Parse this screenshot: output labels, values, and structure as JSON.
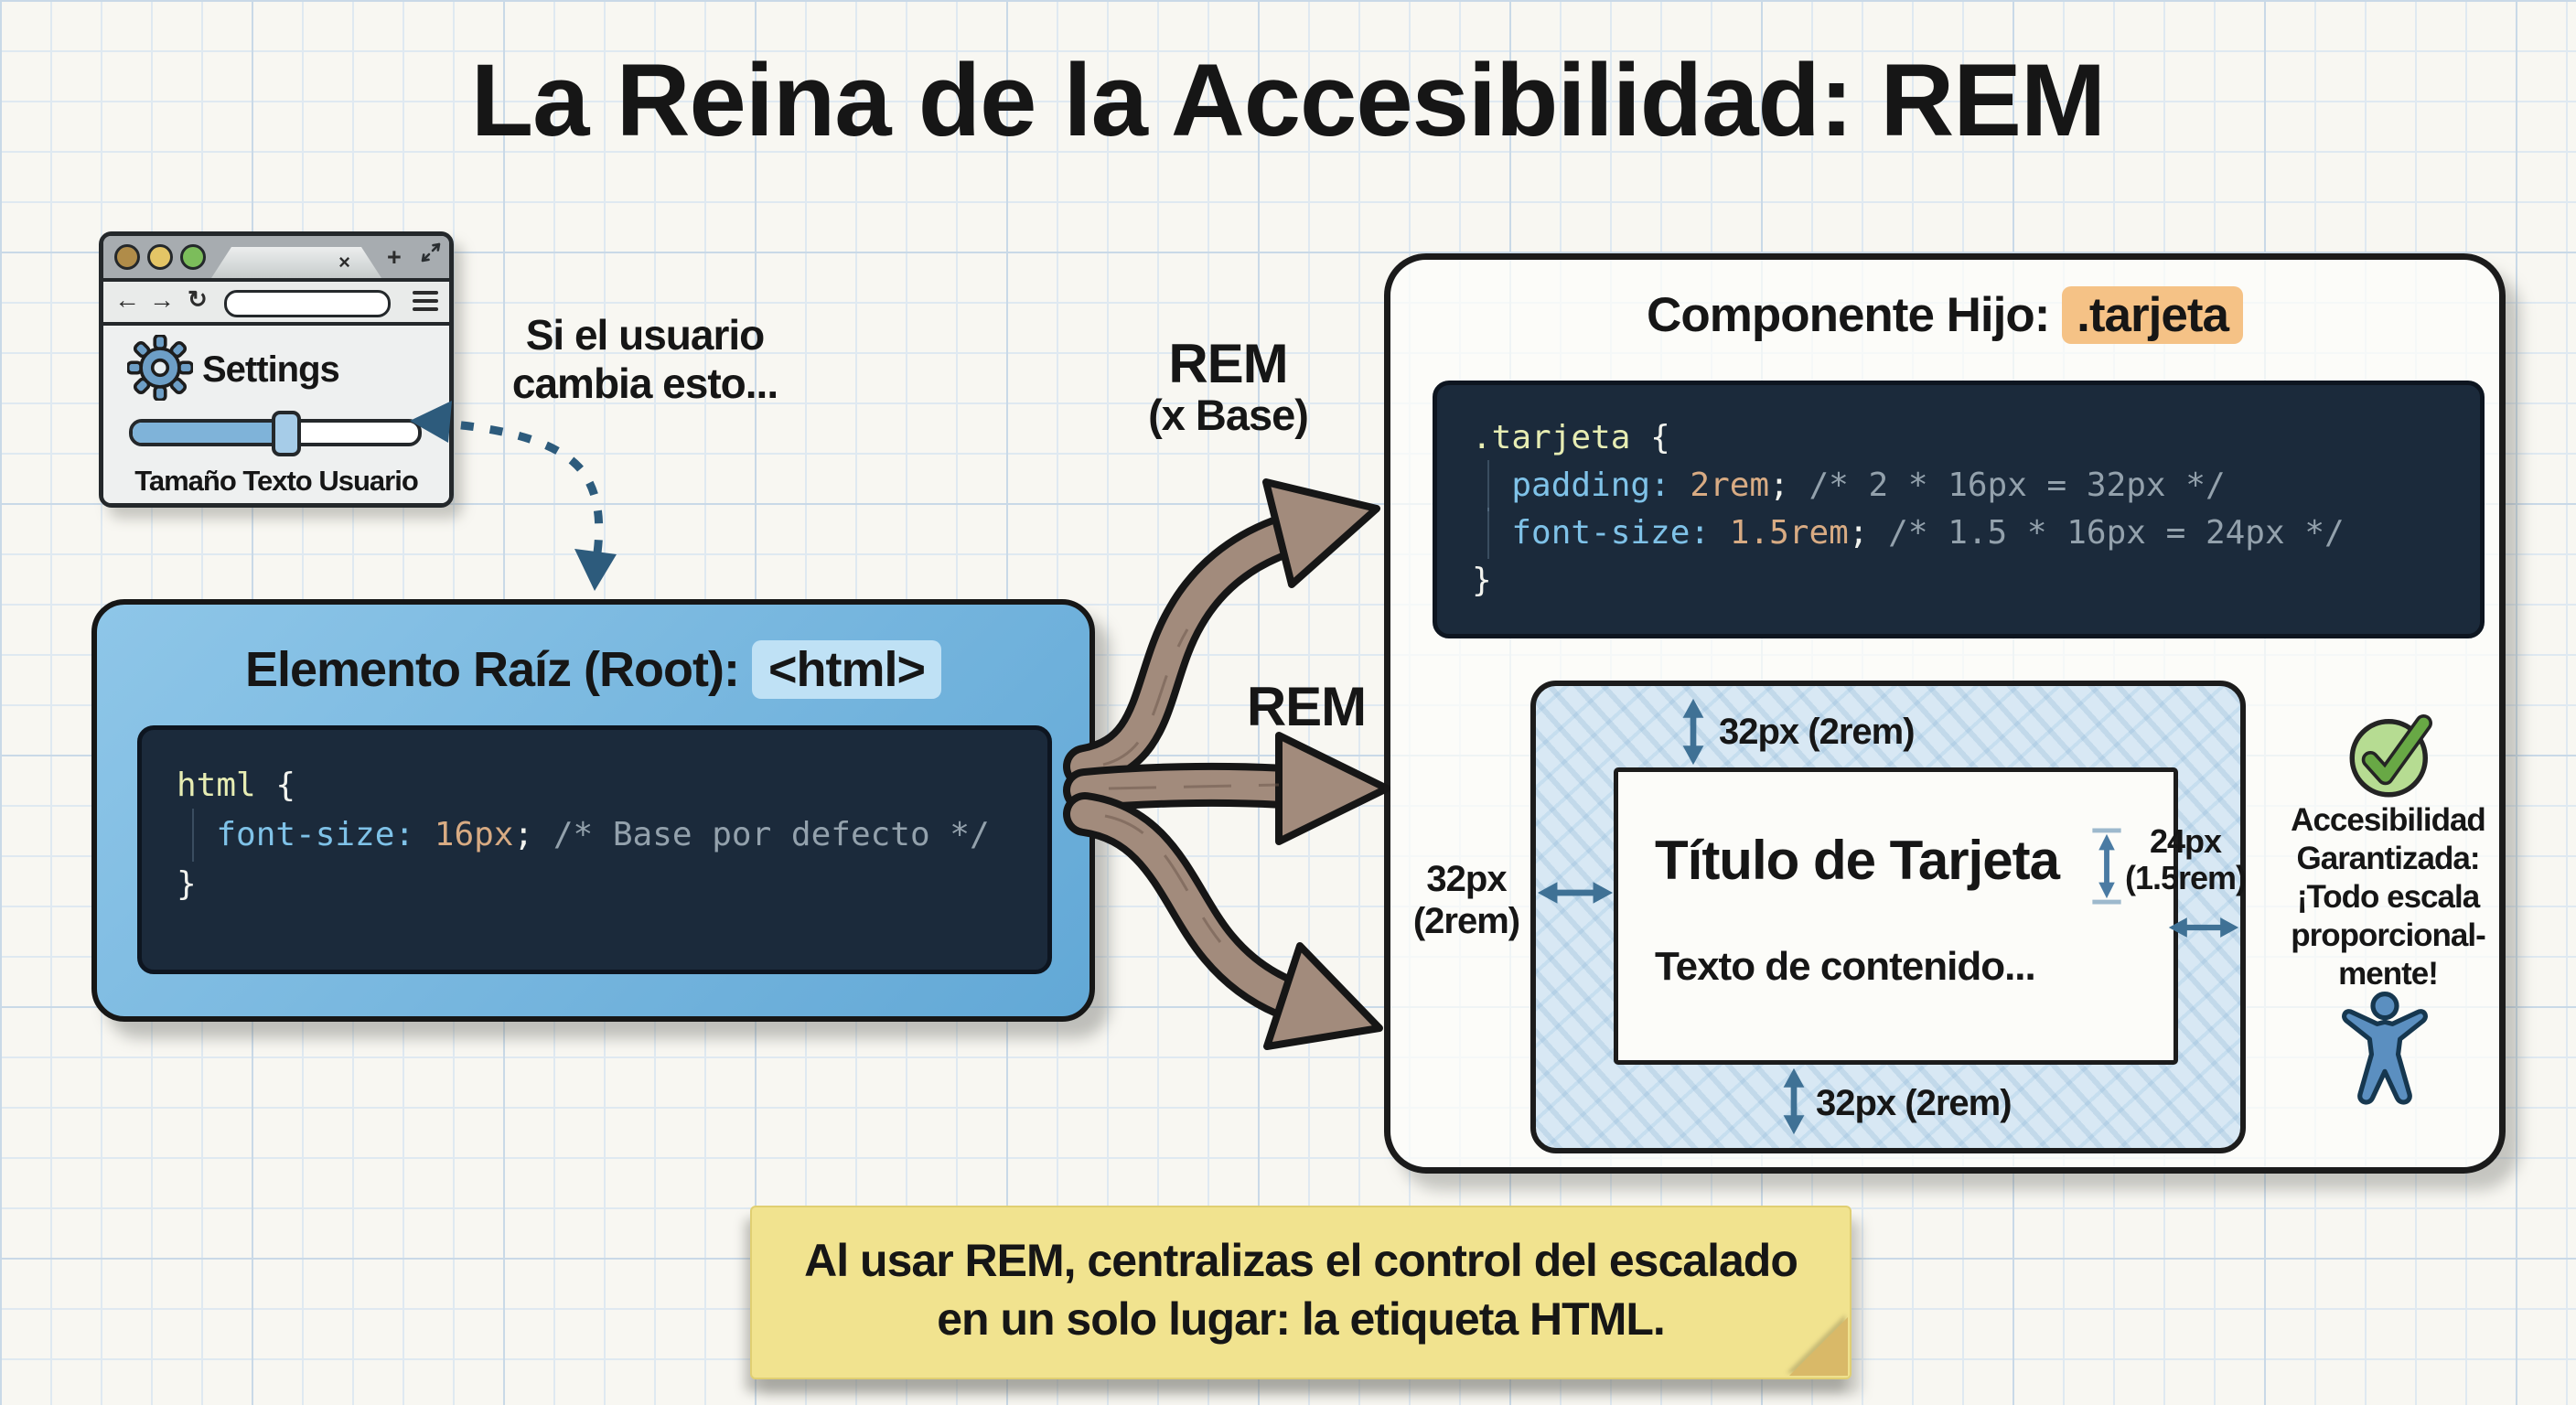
{
  "title": "La Reina de la Accesibilidad: REM",
  "browser": {
    "tab_close": "×",
    "tab_new": "+",
    "back": "←",
    "forward": "→",
    "refresh": "↻",
    "settings_label": "Settings",
    "slider_label": "Tamaño Texto Usuario"
  },
  "user_note": {
    "line1": "Si el usuario",
    "line2": "cambia esto..."
  },
  "root_box": {
    "header_prefix": "Elemento Raíz (Root):",
    "header_tag": "<html>",
    "code": {
      "selector": "html",
      "brace_open": " {",
      "property": "font-size:",
      "value": " 16px",
      "semicolon": ";",
      "comment": " /* Base por defecto */",
      "brace_close": "}"
    }
  },
  "flow": {
    "label_top_1": "REM",
    "label_top_2": "(x Base)",
    "label_mid": "REM"
  },
  "child_panel": {
    "header_prefix": "Componente Hijo:",
    "header_tag": ".tarjeta",
    "code": {
      "selector": ".tarjeta",
      "brace_open": " {",
      "line_padding": {
        "property": "padding:",
        "value": " 2rem",
        "semicolon": ";",
        "comment": " /* 2 * 16px = 32px */"
      },
      "line_fontsize": {
        "property": "font-size:",
        "value": " 1.5rem",
        "semicolon": ";",
        "comment": " /* 1.5 * 16px = 24px */"
      },
      "brace_close": "}"
    },
    "card": {
      "title": "Título de Tarjeta",
      "content": "Texto de contenido...",
      "padding_top": "32px (2rem)",
      "padding_bottom": "32px (2rem)",
      "padding_left_1": "32px",
      "padding_left_2": "(2rem)",
      "font_size_1": "24px",
      "font_size_2": "(1.5rem)"
    },
    "benefit": {
      "line1": "Accesibilidad",
      "line2": "Garantizada:",
      "line3": "¡Todo escala",
      "line4": "proporcional-",
      "line5": "mente!"
    }
  },
  "sticky_note": {
    "line1": "Al usar REM, centralizas el control del escalado",
    "line2": "en un solo lugar: la etiqueta HTML."
  },
  "colors": {
    "accent_blue": "#72b2dc",
    "code_bg": "#1b2a3b",
    "highlight_orange": "#f5c286",
    "highlight_blue": "#bfe1f5",
    "measure_blue": "#3f7195",
    "arrow_brown": "#a28b7c",
    "note_yellow": "#f1e38f",
    "check_green": "#68a845",
    "person_blue": "#5b8fc0"
  }
}
